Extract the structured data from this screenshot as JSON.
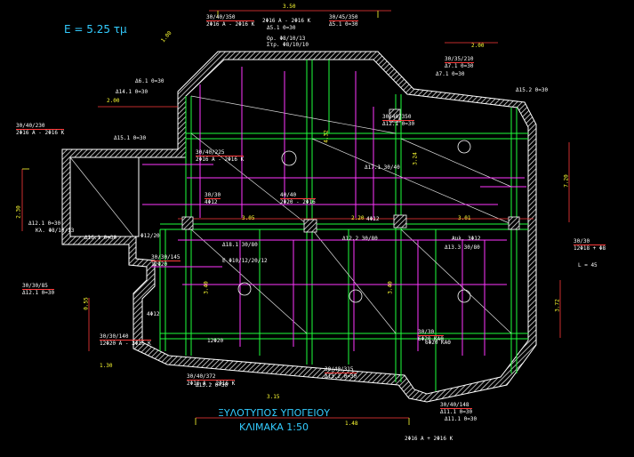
{
  "scale_note": "E = 5.25 τμ",
  "title": {
    "line1": "ΞΥΛΟΤΥΠΟΣ ΥΠΟΓΕΙΟΥ",
    "line2": "ΚΛΙΜΑΚΑ 1:50"
  },
  "dimensions": {
    "top": "3.50",
    "top_right": "2.00",
    "left_top": "2.00",
    "left_mid": "2.30",
    "vert_center": "4.32",
    "vert_right": "7.20",
    "row_a": "3.05",
    "row_b": "2.20",
    "row_c": "3.01",
    "left_low": "0.55",
    "bottom_span": "3.15",
    "bottom_right": "1.48",
    "left_beam": "3.40",
    "mid_beam": "3.40",
    "right_beam": "3.72",
    "right_vert": "3.24",
    "small_1": "1.30",
    "small_2": "1.00"
  },
  "beam_tags": [
    {
      "tag": "30/40/350",
      "sub": "2Φ16 Α - 2Φ16 Κ"
    },
    {
      "tag": "30/45/350",
      "sub": "Δ5.1 0=30"
    },
    {
      "tag": "30/40/225",
      "sub": "2Φ16 Α - 2Φ16 Κ"
    },
    {
      "tag": "30/40/350",
      "sub": "Δ12.1 0=30"
    },
    {
      "tag": "30/40/230",
      "sub": "2Φ16 Α - 2Φ16 Κ"
    },
    {
      "tag": "40/40",
      "sub": "2Φ20 - 2Φ16"
    },
    {
      "tag": "30/30/145",
      "sub": "12Φ20"
    },
    {
      "tag": "30/30",
      "sub": "4Φ12"
    },
    {
      "tag": "30/40/372",
      "sub": "2Φ16 Α - 2Φ16 Κ"
    },
    {
      "tag": "30/40/315",
      "sub": "Δ13.2 0=30"
    },
    {
      "tag": "30/40/148",
      "sub": "Δ11.1 0=30"
    },
    {
      "tag": "30/30",
      "sub": "6Φ20 ΚΑΘ"
    },
    {
      "tag": "30/35/210",
      "sub": "Δ7.1 0=30"
    },
    {
      "tag": "30/30",
      "sub": "12Φ18 + Φ8"
    },
    {
      "tag": "30/30/140",
      "sub": "12Φ20 Α - 2Φ16 Κ"
    },
    {
      "tag": "30/30/85",
      "sub": "Δ12.1 0=30"
    }
  ],
  "labels": [
    "2Φ16 Α - 2Φ16 Κ",
    "Δ5.1 0=30",
    "Ορ. Φ8/10/13",
    "Στρ. Φ8/10/10",
    "Κλ. Φ8/10/13",
    "Δ12.1 0=30",
    "Δ11.1 0=30",
    "Δ13.2 0=30",
    "Αυλ. 3Φ12",
    "Ε Φ10/12/20/12",
    "Δ18.1 30/80",
    "Δ13.3 30/80",
    "Δ12.2 30/80",
    "Δ17.1 30/40",
    "6Φ20 ΚΑΘ",
    "4Φ12",
    "12Φ20",
    "Φ12/20",
    "Δ16.1 0=30",
    "Δ6.1 0=30",
    "Δ7.1 0=30",
    "Δ15.1 0=30",
    "Δ15.2 0=30",
    "Δ14.1 0=30",
    "L = 45",
    "4Φ12",
    "2Φ16 Α + 2Φ16 Κ"
  ],
  "colors": {
    "background": "#000000",
    "wall": "#ffffff",
    "hatch": "#e6e6e6",
    "beam": "#00ff3a",
    "rebar": "#ff33ff",
    "dimension": "#ff3333",
    "text": "#ffffff",
    "title": "#33ccff",
    "yellow": "#ffff33"
  }
}
